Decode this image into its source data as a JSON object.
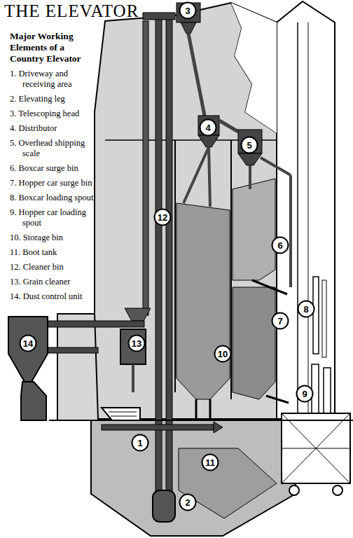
{
  "diagram": {
    "title": "THE ELEVATOR",
    "nodes": [
      {
        "text": [
          "3"
        ]
      },
      {
        "text": [
          "4"
        ]
      },
      {
        "text": [
          "5"
        ]
      },
      {
        "text": [
          "12"
        ]
      },
      {
        "text": [
          "6"
        ]
      },
      {
        "text": [
          "8"
        ]
      },
      {
        "text": [
          "7"
        ]
      },
      {
        "text": [
          "14"
        ]
      },
      {
        "text": [
          "13"
        ]
      },
      {
        "text": [
          "10"
        ]
      },
      {
        "text": [
          "9"
        ]
      },
      {
        "text": [
          "1"
        ]
      },
      {
        "text": [
          "11"
        ]
      },
      {
        "text": [
          "2"
        ]
      }
    ],
    "labels": [
      "Major Working Elements of a Country Elevator",
      "1. Driveway and receiving area",
      "2. Elevating leg",
      "3. Telescoping head",
      "4. Distributor",
      "5. Overhead shipping scale",
      "6. Boxcar surge bin",
      "7. Hopper car surge bin",
      "8. Boxcar loading spout",
      "9. Hopper car loading spout",
      "10. Storage bin",
      "11. Boot tank",
      "12. Cleaner bin",
      "13. Grain cleaner",
      "14. Dust control unit"
    ]
  }
}
